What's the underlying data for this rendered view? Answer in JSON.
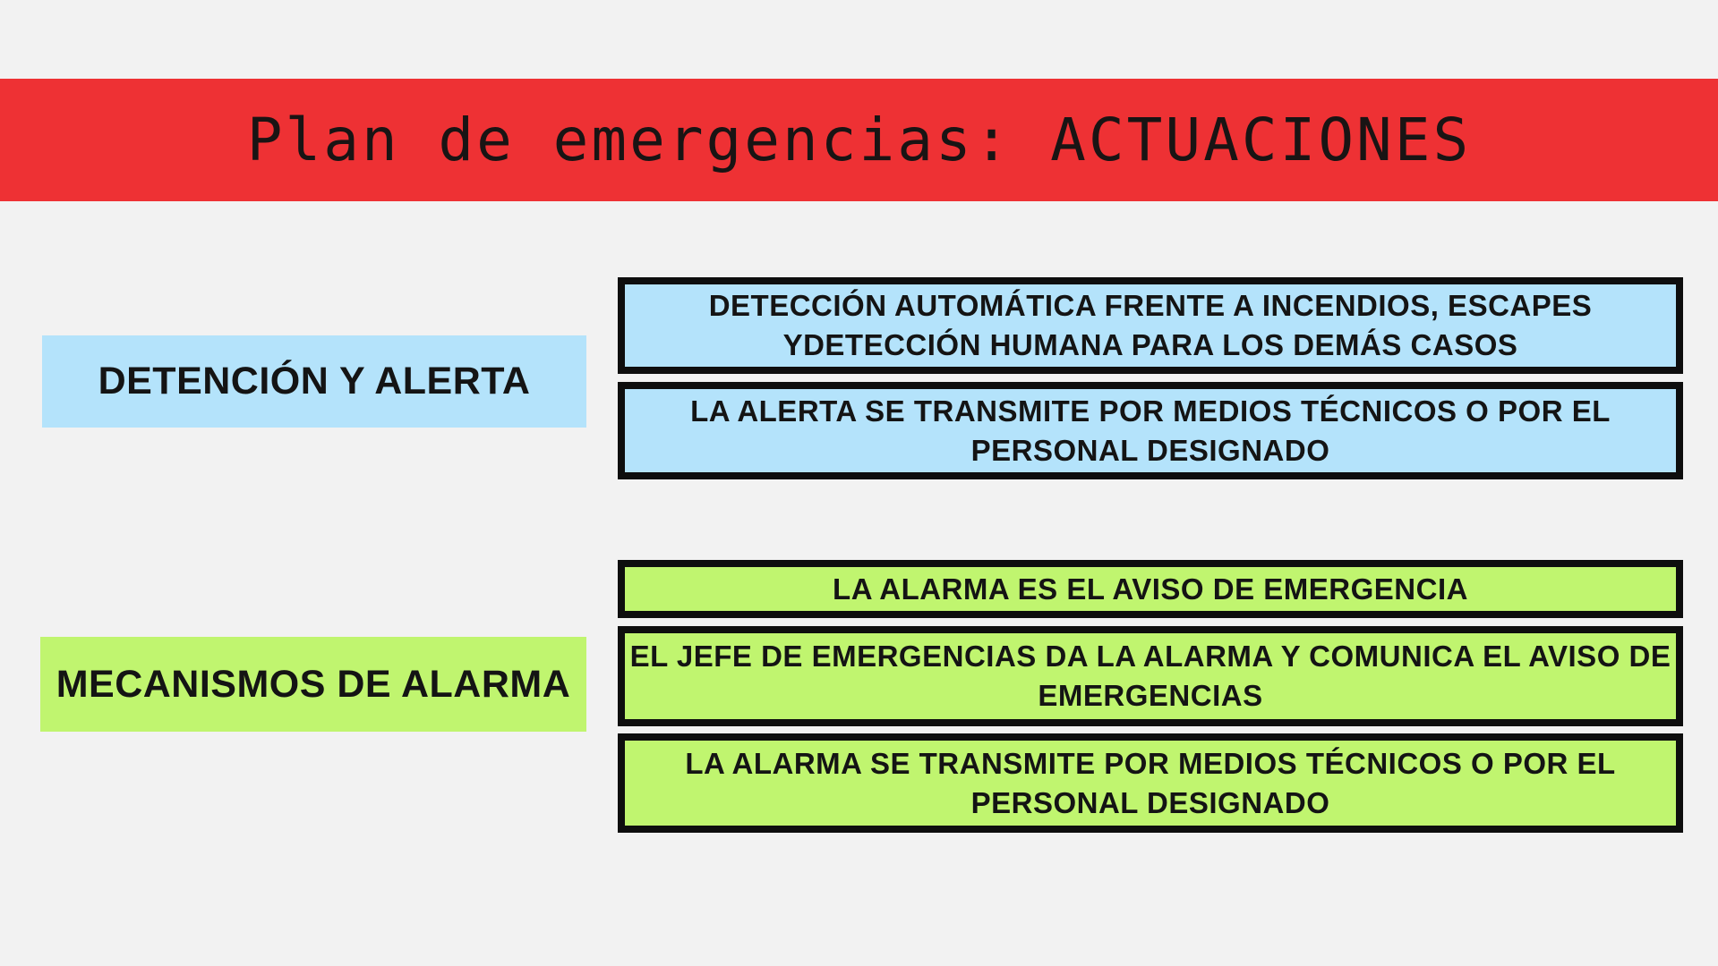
{
  "page": {
    "background_color": "#f2f2f2",
    "text_color": "#141414",
    "border_color": "#0e0e0e"
  },
  "header": {
    "title": "Plan de emergencias: ACTUACIONES",
    "background_color": "#ee3134"
  },
  "sections": [
    {
      "label": "DETENCIÓN Y ALERTA",
      "color": "#b4e3fb",
      "boxes": [
        {
          "text": "DETECCIÓN AUTOMÁTICA FRENTE A INCENDIOS, ESCAPES YDETECCIÓN HUMANA PARA LOS DEMÁS CASOS",
          "lines": [
            "DETECCIÓN AUTOMÁTICA FRENTE A INCENDIOS, ESCAPES",
            "YDETECCIÓN HUMANA PARA LOS DEMÁS CASOS"
          ]
        },
        {
          "text": "LA ALERTA SE TRANSMITE POR MEDIOS TÉCNICOS O POR EL PERSONAL DESIGNADO",
          "lines": [
            "LA ALERTA SE TRANSMITE POR MEDIOS TÉCNICOS O POR EL",
            "PERSONAL DESIGNADO"
          ]
        }
      ]
    },
    {
      "label": "MECANISMOS DE ALARMA",
      "color": "#c0f56f",
      "boxes": [
        {
          "text": "LA ALARMA ES EL AVISO DE EMERGENCIA",
          "lines": [
            "LA ALARMA ES EL AVISO DE EMERGENCIA"
          ]
        },
        {
          "text": "EL JEFE DE EMERGENCIAS DA LA ALARMA Y COMUNICA EL AVISO DE EMERGENCIAS",
          "lines": [
            "EL JEFE DE EMERGENCIAS DA LA ALARMA Y COMUNICA EL AVISO DE",
            "EMERGENCIAS"
          ]
        },
        {
          "text": "LA ALARMA SE TRANSMITE POR MEDIOS TÉCNICOS O POR EL PERSONAL DESIGNADO",
          "lines": [
            "LA ALARMA SE TRANSMITE POR MEDIOS TÉCNICOS O POR EL",
            "PERSONAL DESIGNADO"
          ]
        }
      ]
    }
  ]
}
